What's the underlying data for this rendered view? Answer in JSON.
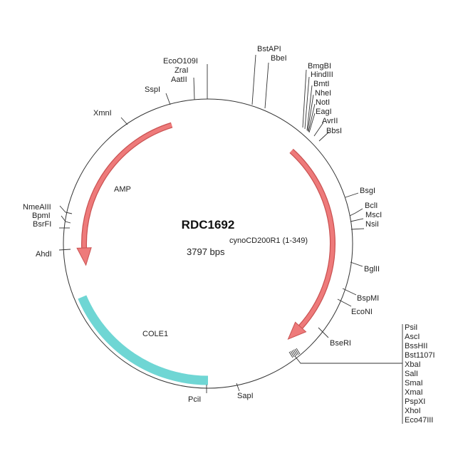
{
  "plasmid": {
    "name": "RDC1692",
    "size": "3797 bps"
  },
  "features": [
    {
      "name": "AMP",
      "color": "#e86a6a"
    },
    {
      "name": "cynoCD200R1 (1-349)",
      "color": "#e86a6a"
    },
    {
      "name": "COLE1",
      "color": "#6fd6d4"
    }
  ],
  "sites": {
    "top": [
      "SspI",
      "AatII",
      "ZraI",
      "EcoO109I",
      "BstAPI",
      "BbeI"
    ],
    "top_right": [
      "BmgBI",
      "HindIII",
      "BmtI",
      "NheI",
      "NotI",
      "EagI",
      "AvrII",
      "BbsI"
    ],
    "left": [
      "XmnI",
      "NmeAIII",
      "BpmI",
      "BsrFI",
      "AhdI"
    ],
    "right": [
      "BsgI",
      "BclI",
      "MscI",
      "NsiI",
      "BglII",
      "BspMI",
      "EcoNI",
      "BseRI"
    ],
    "mcs": [
      "PsiI",
      "AscI",
      "BssHII",
      "Bst1107I",
      "XbaI",
      "SalI",
      "SmaI",
      "XmaI",
      "PspXI",
      "XhoI",
      "Eco47III"
    ],
    "bottom": [
      "PciI",
      "SapI"
    ]
  }
}
